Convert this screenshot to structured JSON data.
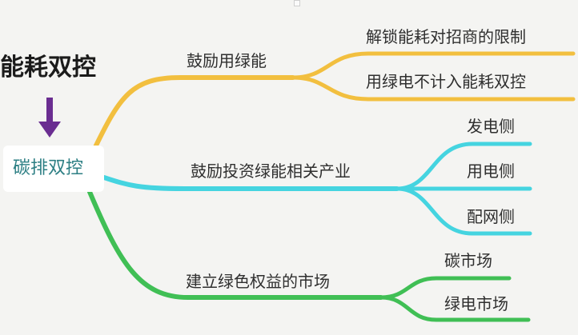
{
  "top_label": "能耗双控",
  "root": {
    "label": "碳排双控"
  },
  "branches": [
    {
      "label": "鼓励用绿能",
      "color": "#f2bf3f",
      "leaves": [
        "解锁能耗对招商的限制",
        "用绿电不计入能耗双控"
      ]
    },
    {
      "label": "鼓励投资绿能相关产业",
      "color": "#45d4e0",
      "leaves": [
        "发电侧",
        "用电侧",
        "配网侧"
      ]
    },
    {
      "label": "建立绿色权益的市场",
      "color": "#40bf55",
      "leaves": [
        "碳市场",
        "绿电市场"
      ]
    }
  ],
  "arrow_color": "#6a2d91"
}
